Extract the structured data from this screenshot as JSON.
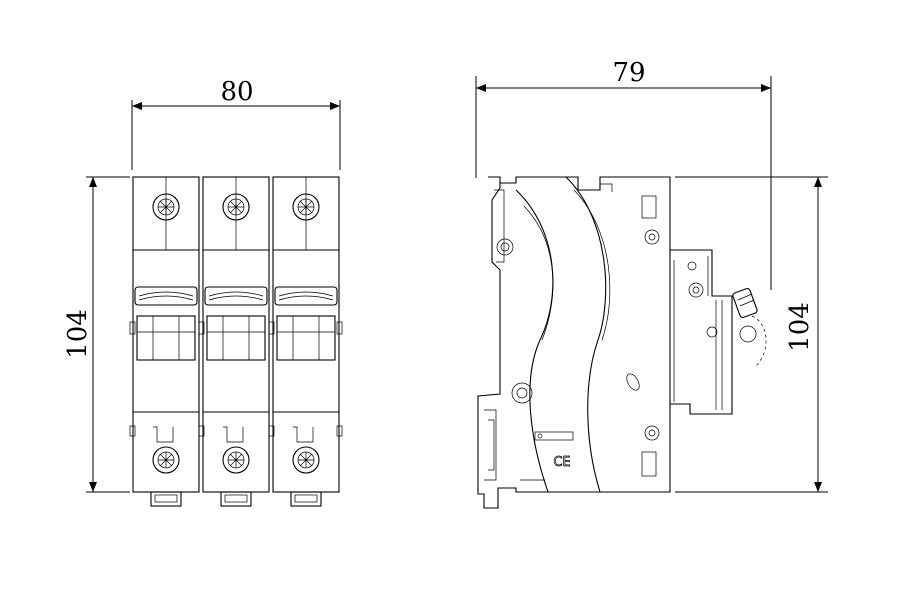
{
  "dimensions": {
    "front_width": "80",
    "front_height": "104",
    "side_depth": "79",
    "side_height": "104"
  },
  "front_view": {
    "poles": 3
  },
  "side_view": {
    "marking": "CE"
  }
}
